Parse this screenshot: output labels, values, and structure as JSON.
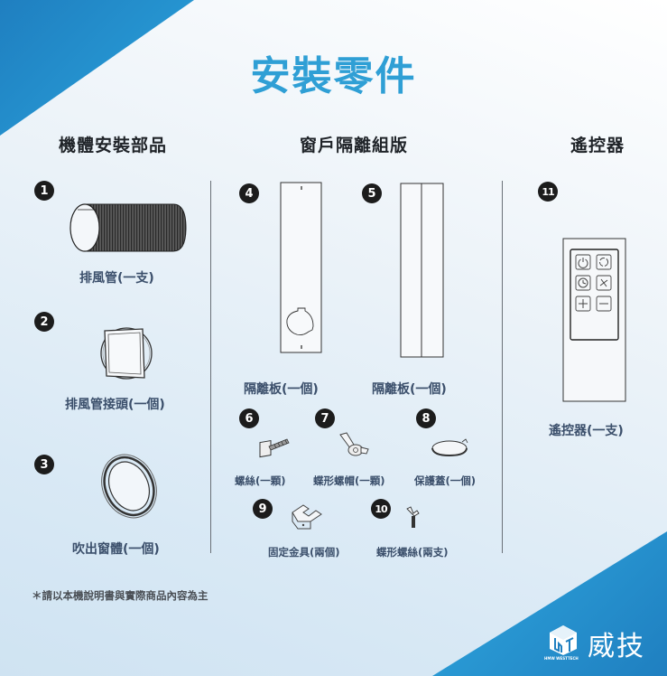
{
  "title": "安裝零件",
  "sections": {
    "body_parts": "機體安裝部品",
    "window_kit": "窗戶隔離組版",
    "remote": "遙控器"
  },
  "parts": [
    {
      "number": "1",
      "label": "排風管(一支)",
      "icon": "exhaust-hose"
    },
    {
      "number": "2",
      "label": "排風管接頭(一個)",
      "icon": "hose-connector"
    },
    {
      "number": "3",
      "label": "吹出窗體(一個)",
      "icon": "outlet-ring"
    },
    {
      "number": "4",
      "label": "隔離板(一個)",
      "icon": "window-panel-with-hole"
    },
    {
      "number": "5",
      "label": "隔離板(一個)",
      "icon": "window-panel-extension"
    },
    {
      "number": "6",
      "label": "螺絲(一顆)",
      "icon": "screw"
    },
    {
      "number": "7",
      "label": "蝶形螺帽(一顆)",
      "icon": "wing-nut"
    },
    {
      "number": "8",
      "label": "保護蓋(一個)",
      "icon": "protective-cap"
    },
    {
      "number": "9",
      "label": "固定金具(兩個)",
      "icon": "fixing-bracket"
    },
    {
      "number": "10",
      "label": "蝶形螺絲(兩支)",
      "icon": "wing-screw"
    },
    {
      "number": "11",
      "label": "遙控器(一支)",
      "icon": "remote-control"
    }
  ],
  "remote_buttons": [
    "power",
    "swing",
    "timer",
    "fan",
    "plus",
    "minus"
  ],
  "note": "＊請以本機說明書與實際商品內容為主",
  "brand": {
    "name": "威技",
    "sub": "HMW WESTTECH"
  },
  "colors": {
    "accent": "#2f9fd5",
    "label": "#3b4f6b",
    "badge": "#1c1c1c",
    "brand_blue": "#1f7fc0"
  }
}
